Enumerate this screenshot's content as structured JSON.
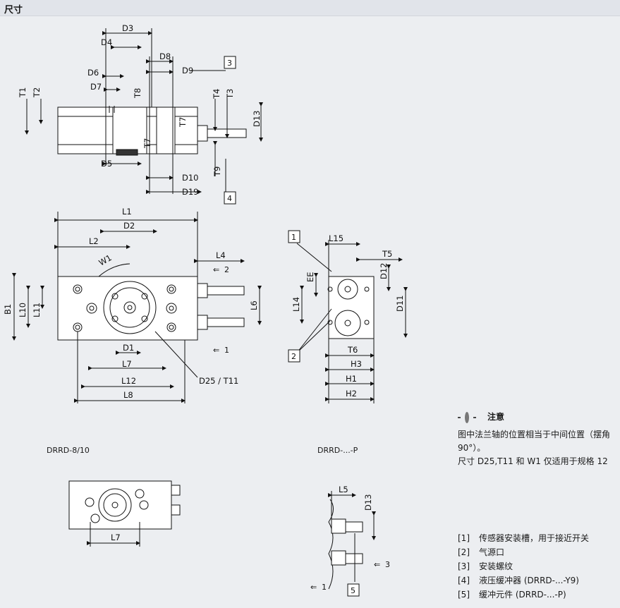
{
  "header": {
    "title": "尺寸"
  },
  "top_view": {
    "dims": [
      "D3",
      "D4",
      "D8",
      "D9",
      "D6",
      "D7",
      "T8",
      "T1",
      "T2",
      "T4",
      "T3",
      "D13",
      "T7",
      "T7",
      "D5",
      "D10",
      "D19",
      "T9"
    ],
    "callouts": [
      "3",
      "4"
    ]
  },
  "front_view": {
    "dims": [
      "L1",
      "D2",
      "L2",
      "W1",
      "L4",
      "L10",
      "L11",
      "B1",
      "L6",
      "D1",
      "L7",
      "L12",
      "L8",
      "D25 / T11"
    ],
    "port_labels": [
      "2",
      "1"
    ]
  },
  "side_view": {
    "dims": [
      "L15",
      "T5",
      "EE",
      "D12",
      "L14",
      "D11",
      "T6",
      "H3",
      "H1",
      "H2"
    ],
    "callouts": [
      "1",
      "2"
    ]
  },
  "bottom_left": {
    "caption": "DRRD-8/10",
    "dims": [
      "L7"
    ]
  },
  "bottom_mid": {
    "caption": "DRRD-...-P",
    "dims": [
      "L5",
      "D13"
    ],
    "port_labels": [
      "3",
      "1"
    ],
    "callouts": [
      "5"
    ]
  },
  "note": {
    "title": "注意",
    "lines": [
      "图中法兰轴的位置相当于中间位置（摆角 90°）。",
      "尺寸 D25,T11 和 W1 仅适用于规格 12"
    ]
  },
  "legend": [
    {
      "ref": "[1]",
      "text": "传感器安装槽，用于接近开关"
    },
    {
      "ref": "[2]",
      "text": "气源口"
    },
    {
      "ref": "[3]",
      "text": "安装螺纹"
    },
    {
      "ref": "[4]",
      "text": "液压缓冲器 (DRRD-...-Y9)"
    },
    {
      "ref": "[5]",
      "text": "缓冲元件 (DRRD-...-P)"
    }
  ]
}
